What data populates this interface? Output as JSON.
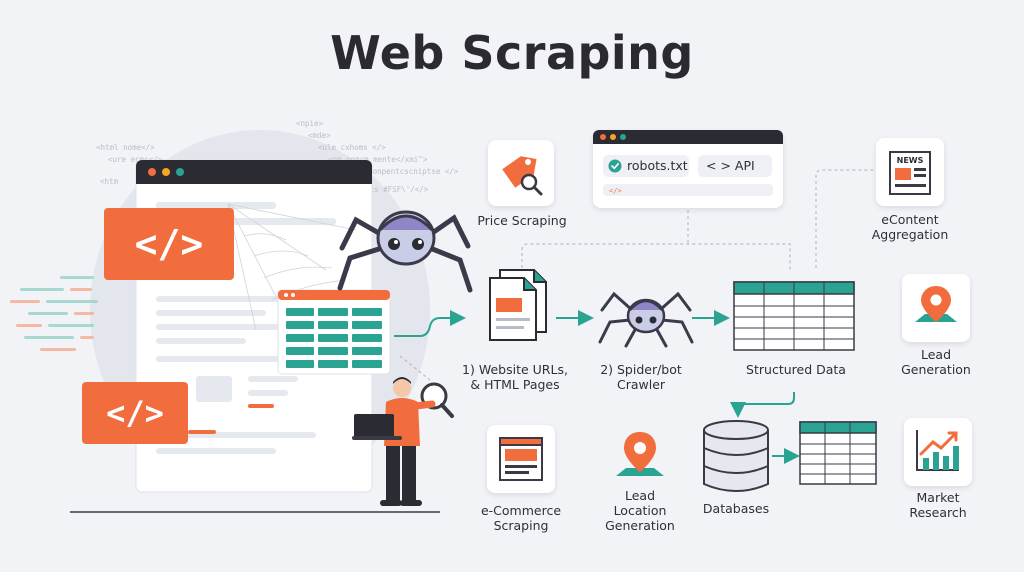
{
  "title": "Web Scraping",
  "colors": {
    "accent": "#f26d3d",
    "teal": "#2ba393",
    "dark": "#2b2b33",
    "card": "#ffffff"
  },
  "code_badge_large": "</>",
  "code_badge_small": "</>",
  "robots_pill": "robots.txt",
  "api_pill": "< > API",
  "newspaper_label": "NEWS",
  "code_snippets": [
    "<html nome</>",
    "<ure ecms</>",
    "<htm",
    "<npie>",
    "<mde>",
    "<ule cxhoms </>",
    "<em onmcm mente</xmi\">",
    "</xmi   <onpentcscniptse </>",
    "<RsPetecs #FSF\\'/</>"
  ],
  "labels": {
    "price_scraping": "Price Scraping",
    "website_urls": [
      "1) Website URLs,",
      "& HTML Pages"
    ],
    "spider_crawler": [
      "2) Spider/bot",
      "Crawler"
    ],
    "structured_data": "Structured Data",
    "econtent": [
      "eContent",
      "Aggregation"
    ],
    "lead_generation": [
      "Lead",
      "Generation"
    ],
    "ecommerce": [
      "e-Commerce",
      "Scraping"
    ],
    "lead_location": [
      "Lead",
      "Location",
      "Generation"
    ],
    "databases": "Databases",
    "market_research": [
      "Market",
      "Research"
    ]
  },
  "icons": {
    "browser": "browser-window-icon",
    "spider": "spider-bot-icon",
    "price": "price-tag-icon",
    "documents": "html-pages-icon",
    "table": "structured-table-icon",
    "newspaper": "newspaper-icon",
    "pin": "location-pin-icon",
    "chart": "growth-chart-icon",
    "database": "database-icon",
    "person": "person-laptop-icon"
  }
}
